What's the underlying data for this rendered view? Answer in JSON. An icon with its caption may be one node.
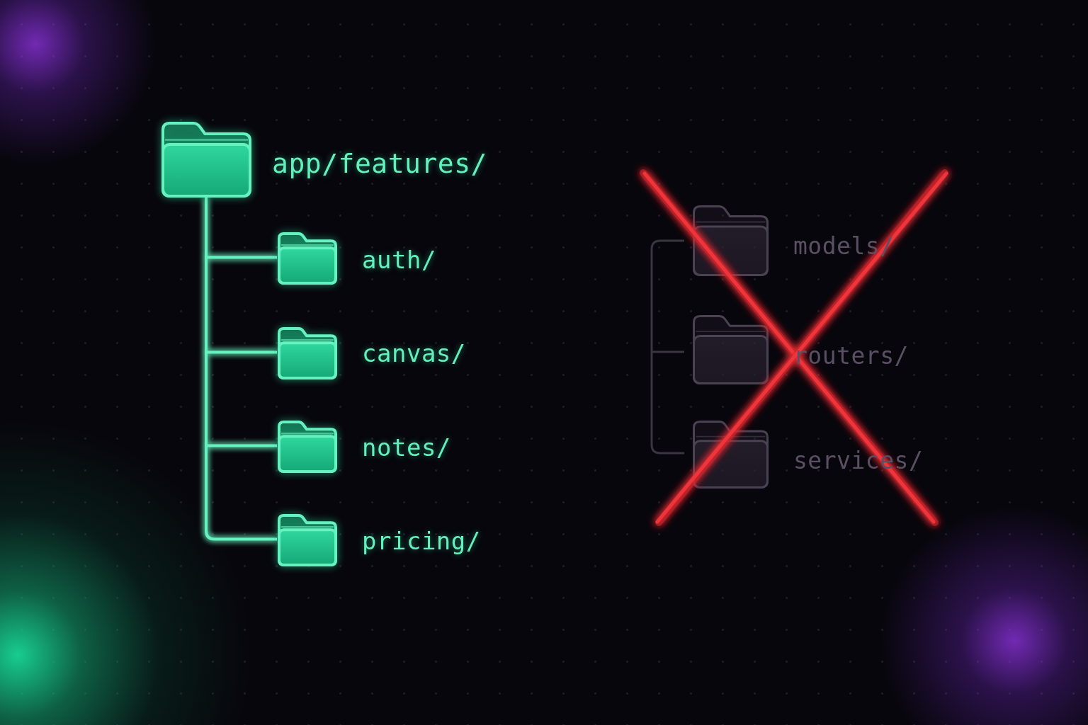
{
  "diagram": {
    "nodes": [
      {
        "text": [],
        "shape": "folder",
        "beside": [
          "app/features/"
        ]
      },
      {
        "text": [],
        "shape": "folder",
        "beside": [
          "auth/"
        ]
      },
      {
        "text": [],
        "shape": "folder",
        "beside": [
          "canvas/"
        ]
      },
      {
        "text": [],
        "shape": "folder",
        "beside": [
          "notes/"
        ]
      },
      {
        "text": [],
        "shape": "folder",
        "beside": [
          "pricing/"
        ]
      },
      {
        "text": [],
        "shape": "folder",
        "beside": [
          "models/"
        ]
      },
      {
        "text": [],
        "shape": "folder",
        "beside": [
          "routers/"
        ]
      },
      {
        "text": [],
        "shape": "folder",
        "beside": [
          "services/"
        ]
      }
    ],
    "edges": [
      {
        "from": 0,
        "to": 1,
        "arrow": "none"
      },
      {
        "from": 0,
        "to": 2,
        "arrow": "none"
      },
      {
        "from": 0,
        "to": 3,
        "arrow": "none"
      },
      {
        "from": 0,
        "to": 4,
        "arrow": "none"
      }
    ]
  }
}
